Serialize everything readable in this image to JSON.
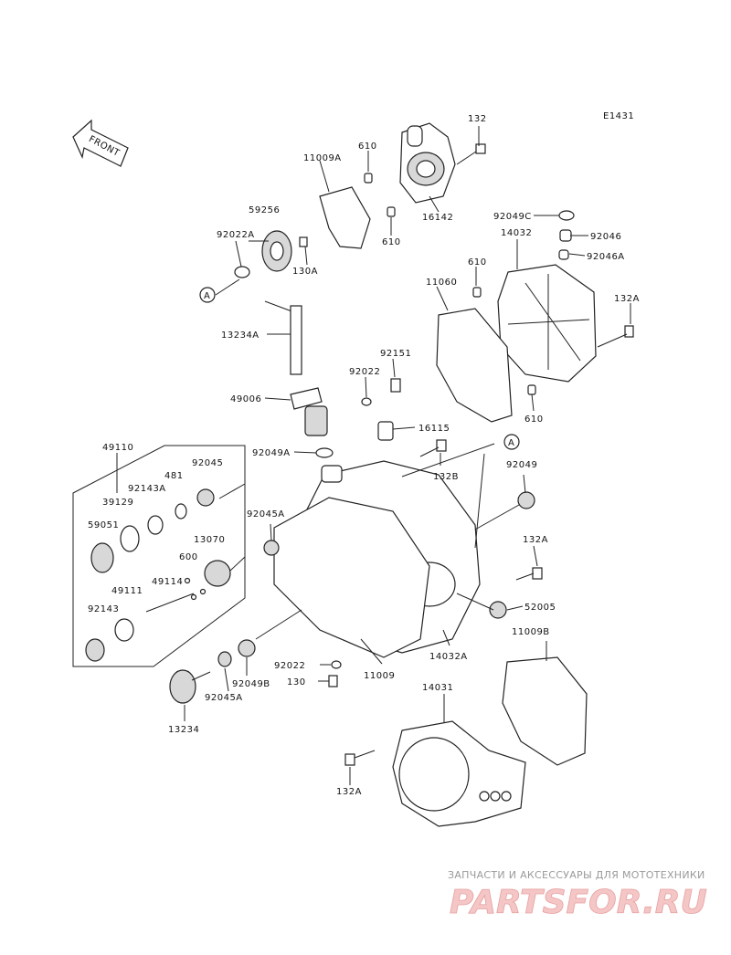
{
  "diagram_code": "E1431",
  "front_label": "FRONT",
  "watermark": {
    "tagline": "ЗАПЧАСТИ И АКСЕССУАРЫ ДЛЯ МОТОТЕХНИКИ",
    "logo_text": "PARTSFOR.RU"
  },
  "callouts": [
    {
      "id": "c132-top",
      "text": "132"
    },
    {
      "id": "c610-a",
      "text": "610"
    },
    {
      "id": "c11009A",
      "text": "11009A"
    },
    {
      "id": "c16142",
      "text": "16142"
    },
    {
      "id": "c59256",
      "text": "59256"
    },
    {
      "id": "c92022A",
      "text": "92022A"
    },
    {
      "id": "c130A",
      "text": "130A"
    },
    {
      "id": "c610-b",
      "text": "610"
    },
    {
      "id": "cA-left",
      "text": "A"
    },
    {
      "id": "c92049C",
      "text": "92049C"
    },
    {
      "id": "c92046",
      "text": "92046"
    },
    {
      "id": "c14032",
      "text": "14032"
    },
    {
      "id": "c92046A",
      "text": "92046A"
    },
    {
      "id": "c610-c",
      "text": "610"
    },
    {
      "id": "c11060",
      "text": "11060"
    },
    {
      "id": "c132A-right",
      "text": "132A"
    },
    {
      "id": "c13234A",
      "text": "13234A"
    },
    {
      "id": "c92151",
      "text": "92151"
    },
    {
      "id": "c92022-top",
      "text": "92022"
    },
    {
      "id": "c49006",
      "text": "49006"
    },
    {
      "id": "c610-d",
      "text": "610"
    },
    {
      "id": "c16115",
      "text": "16115"
    },
    {
      "id": "c92049A",
      "text": "92049A"
    },
    {
      "id": "cA-right",
      "text": "A"
    },
    {
      "id": "c132B",
      "text": "132B"
    },
    {
      "id": "c49110",
      "text": "49110"
    },
    {
      "id": "c92045",
      "text": "92045"
    },
    {
      "id": "c92049",
      "text": "92049"
    },
    {
      "id": "c481",
      "text": "481"
    },
    {
      "id": "c92143A",
      "text": "92143A"
    },
    {
      "id": "c39129",
      "text": "39129"
    },
    {
      "id": "c92045A-top",
      "text": "92045A"
    },
    {
      "id": "c59051",
      "text": "59051"
    },
    {
      "id": "c13070",
      "text": "13070"
    },
    {
      "id": "c132A-mid",
      "text": "132A"
    },
    {
      "id": "c600",
      "text": "600"
    },
    {
      "id": "c49114",
      "text": "49114"
    },
    {
      "id": "c49111",
      "text": "49111"
    },
    {
      "id": "c52005",
      "text": "52005"
    },
    {
      "id": "c92143",
      "text": "92143"
    },
    {
      "id": "c11009B",
      "text": "11009B"
    },
    {
      "id": "c14032A",
      "text": "14032A"
    },
    {
      "id": "c92022-bot",
      "text": "92022"
    },
    {
      "id": "c11009",
      "text": "11009"
    },
    {
      "id": "c130",
      "text": "130"
    },
    {
      "id": "c92049B",
      "text": "92049B"
    },
    {
      "id": "c92045A-bot",
      "text": "92045A"
    },
    {
      "id": "c14031",
      "text": "14031"
    },
    {
      "id": "c13234",
      "text": "13234"
    },
    {
      "id": "c132A-bot",
      "text": "132A"
    }
  ]
}
